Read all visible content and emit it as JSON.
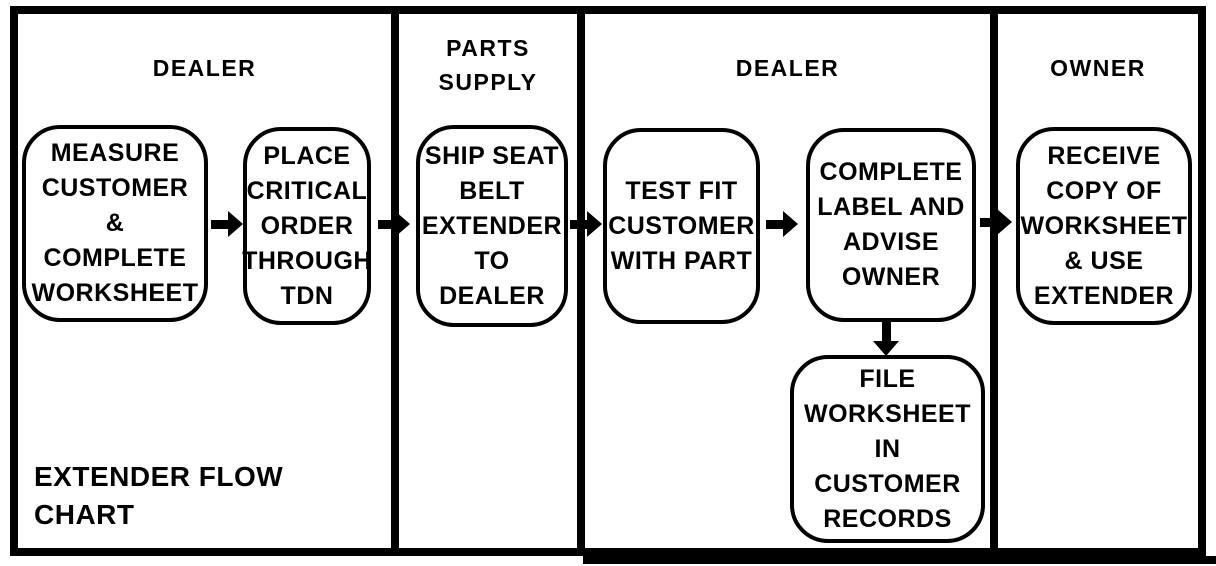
{
  "diagram": {
    "title_lines": [
      "EXTENDER FLOW",
      "CHART"
    ],
    "colors": {
      "ink": "#000000",
      "paper": "#ffffff"
    },
    "lanes": [
      {
        "label_lines": [
          "DEALER"
        ]
      },
      {
        "label_lines": [
          "PARTS",
          "SUPPLY"
        ]
      },
      {
        "label_lines": [
          "DEALER"
        ]
      },
      {
        "label_lines": [
          "OWNER"
        ]
      }
    ],
    "boxes": [
      {
        "lane": "DEALER",
        "lines": [
          "MEASURE",
          "CUSTOMER",
          "&",
          "COMPLETE",
          "WORKSHEET"
        ]
      },
      {
        "lane": "DEALER",
        "lines": [
          "PLACE",
          "CRITICAL",
          "ORDER",
          "THROUGH",
          "TDN"
        ]
      },
      {
        "lane": "PARTS SUPPLY",
        "lines": [
          "SHIP SEAT",
          "BELT",
          "EXTENDER",
          "TO",
          "DEALER"
        ]
      },
      {
        "lane": "DEALER",
        "lines": [
          "TEST FIT",
          "CUSTOMER",
          "WITH PART"
        ]
      },
      {
        "lane": "DEALER",
        "lines": [
          "COMPLETE",
          "LABEL AND",
          "ADVISE",
          "OWNER"
        ]
      },
      {
        "lane": "DEALER",
        "lines": [
          "FILE",
          "WORKSHEET",
          "IN",
          "CUSTOMER",
          "RECORDS"
        ]
      },
      {
        "lane": "OWNER",
        "lines": [
          "RECEIVE",
          "COPY OF",
          "WORKSHEET",
          "& USE",
          "EXTENDER"
        ]
      }
    ],
    "connections": [
      {
        "from": "MEASURE CUSTOMER & COMPLETE WORKSHEET",
        "to": "PLACE CRITICAL ORDER THROUGH TDN",
        "direction": "right"
      },
      {
        "from": "PLACE CRITICAL ORDER THROUGH TDN",
        "to": "SHIP SEAT BELT EXTENDER TO DEALER",
        "direction": "right"
      },
      {
        "from": "SHIP SEAT BELT EXTENDER TO DEALER",
        "to": "TEST FIT CUSTOMER WITH PART",
        "direction": "right"
      },
      {
        "from": "TEST FIT CUSTOMER WITH PART",
        "to": "COMPLETE LABEL AND ADVISE OWNER",
        "direction": "right"
      },
      {
        "from": "COMPLETE LABEL AND ADVISE OWNER",
        "to": "FILE WORKSHEET IN CUSTOMER RECORDS",
        "direction": "down"
      },
      {
        "from": "COMPLETE LABEL AND ADVISE OWNER",
        "to": "RECEIVE COPY OF WORKSHEET & USE EXTENDER",
        "direction": "right"
      }
    ]
  }
}
